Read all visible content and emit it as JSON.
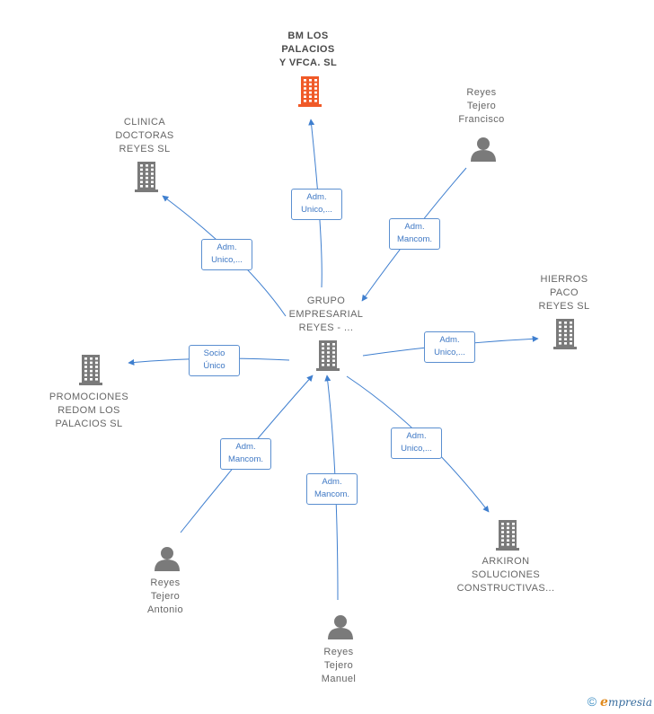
{
  "nodes": [
    {
      "id": "center",
      "label": "GRUPO\nEMPRESARIAL\nREYES - ...",
      "kind": "company",
      "color": "#7a7a7a"
    },
    {
      "id": "bm",
      "label": "BM LOS\nPALACIOS\nY VFCA.   SL",
      "kind": "company",
      "color": "#f05a28",
      "main": true
    },
    {
      "id": "clinica",
      "label": "CLINICA\nDOCTORAS\nREYES  SL",
      "kind": "company",
      "color": "#7a7a7a"
    },
    {
      "id": "francisco",
      "label": "Reyes\nTejero\nFrancisco",
      "kind": "person",
      "color": "#7a7a7a"
    },
    {
      "id": "hierros",
      "label": "HIERROS\nPACO\nREYES  SL",
      "kind": "company",
      "color": "#7a7a7a"
    },
    {
      "id": "promociones",
      "label": "PROMOCIONES\nREDOM LOS\nPALACIOS  SL",
      "kind": "company",
      "color": "#7a7a7a"
    },
    {
      "id": "arkiron",
      "label": "ARKIRON\nSOLUCIONES\nCONSTRUCTIVAS...",
      "kind": "company",
      "color": "#7a7a7a"
    },
    {
      "id": "antonio",
      "label": "Reyes\nTejero\nAntonio",
      "kind": "person",
      "color": "#7a7a7a"
    },
    {
      "id": "manuel",
      "label": "Reyes\nTejero\nManuel",
      "kind": "person",
      "color": "#7a7a7a"
    }
  ],
  "edges": [
    {
      "from": "center",
      "to": "bm",
      "label": "Adm.\nUnico,..."
    },
    {
      "from": "center",
      "to": "clinica",
      "label": "Adm.\nUnico,..."
    },
    {
      "from": "francisco",
      "to": "center",
      "label": "Adm.\nMancom."
    },
    {
      "from": "center",
      "to": "hierros",
      "label": "Adm.\nUnico,..."
    },
    {
      "from": "center",
      "to": "promociones",
      "label": "Socio\nÚnico"
    },
    {
      "from": "center",
      "to": "arkiron",
      "label": "Adm.\nUnico,..."
    },
    {
      "from": "antonio",
      "to": "center",
      "label": "Adm.\nMancom."
    },
    {
      "from": "manuel",
      "to": "center",
      "label": "Adm.\nMancom."
    }
  ],
  "colors": {
    "edge": "#3f7fcf",
    "company": "#7a7a7a",
    "highlight": "#f05a28"
  },
  "footer": {
    "copyright": "©",
    "brand_initial": "e",
    "brand_rest": "mpresia"
  }
}
